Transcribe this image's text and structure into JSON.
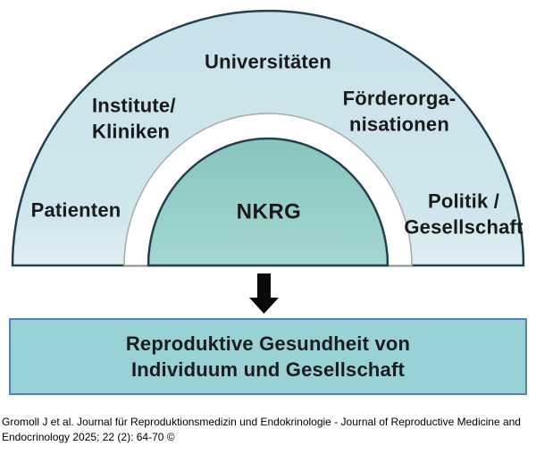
{
  "figure": {
    "labels": {
      "universitaeten": "Universitäten",
      "institute_kliniken": "Institute/\nKliniken",
      "foerderorganisationen": "Förderorga-\nnisationen",
      "patienten": "Patienten",
      "nkrg": "NKRG",
      "politik_gesellschaft": "Politik /\nGesellschaft"
    },
    "outcome_box": {
      "text": "Reproduktive Gesundheit von\nIndividuum und Gesellschaft"
    },
    "caption": "Gromoll J et al. Journal für Reproduktionsmedizin und Endokrinologie - Journal of Reproductive Medicine and\nEndocrinology 2025; 22 (2): 64-70 ©",
    "colors": {
      "outer_semicircle_fill": "#cde5ec",
      "inner_circle_fill": "#96d0c9",
      "white_ring_fill": "#ffffff",
      "white_ring_edge": "#a9a9a9",
      "dark_border": "#24404f",
      "box_fill": "#98d2d6",
      "box_border": "#4f81bd",
      "arrow": "#0a0a0a",
      "label_text": "#1a1a1a"
    }
  }
}
